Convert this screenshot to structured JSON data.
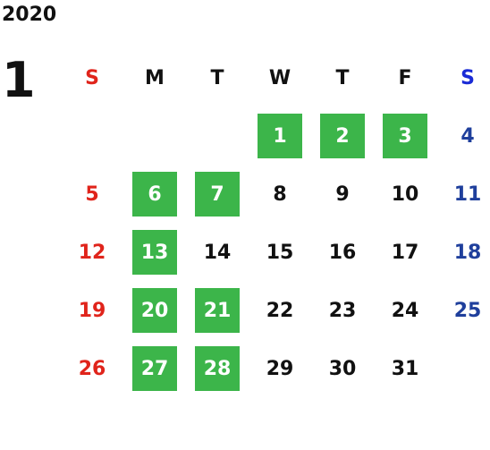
{
  "year": "2020",
  "month": "1",
  "colors": {
    "highlight_bg": "#3cb54a",
    "sunday": "#e0241b",
    "saturday": "#1f3f9c",
    "saturday_header": "#1a2bd6",
    "weekday": "#111111",
    "highlight_text": "#ffffff"
  },
  "weekdays": [
    "S",
    "M",
    "T",
    "W",
    "T",
    "F",
    "S"
  ],
  "weeks": [
    [
      {
        "day": ""
      },
      {
        "day": ""
      },
      {
        "day": ""
      },
      {
        "day": "1",
        "highlight": true
      },
      {
        "day": "2",
        "highlight": true
      },
      {
        "day": "3",
        "highlight": true
      },
      {
        "day": "4"
      }
    ],
    [
      {
        "day": "5"
      },
      {
        "day": "6",
        "highlight": true
      },
      {
        "day": "7",
        "highlight": true
      },
      {
        "day": "8"
      },
      {
        "day": "9"
      },
      {
        "day": "10"
      },
      {
        "day": "11"
      }
    ],
    [
      {
        "day": "12"
      },
      {
        "day": "13",
        "highlight": true
      },
      {
        "day": "14"
      },
      {
        "day": "15"
      },
      {
        "day": "16"
      },
      {
        "day": "17"
      },
      {
        "day": "18"
      }
    ],
    [
      {
        "day": "19"
      },
      {
        "day": "20",
        "highlight": true
      },
      {
        "day": "21",
        "highlight": true
      },
      {
        "day": "22"
      },
      {
        "day": "23"
      },
      {
        "day": "24"
      },
      {
        "day": "25"
      }
    ],
    [
      {
        "day": "26"
      },
      {
        "day": "27",
        "highlight": true
      },
      {
        "day": "28",
        "highlight": true
      },
      {
        "day": "29"
      },
      {
        "day": "30"
      },
      {
        "day": "31"
      },
      {
        "day": ""
      }
    ]
  ]
}
